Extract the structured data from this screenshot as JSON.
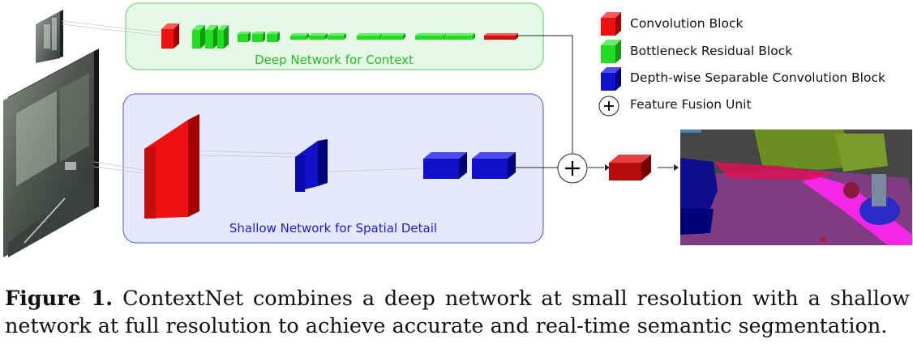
{
  "deep_branch": {
    "label": "Deep Network for Context",
    "color": "#22bb22"
  },
  "shallow_branch": {
    "label": "Shallow Network for Spatial Detail",
    "color": "#1a1ad8"
  },
  "legend": [
    {
      "label": "Convolution Block",
      "icon": "red-cube-icon",
      "color": "#ee1111"
    },
    {
      "label": "Bottleneck Residual Block",
      "icon": "green-cube-icon",
      "color": "#22dd22"
    },
    {
      "label": "Depth-wise Separable Convolution Block",
      "icon": "blue-cube-icon",
      "color": "#1111cc"
    },
    {
      "label": "Feature Fusion Unit",
      "icon": "circled-plus-icon",
      "color": "#000000"
    }
  ],
  "caption": {
    "prefix": "Figure 1.",
    "text": "ContextNet combines a deep network at small resolution with a shallow network at full resolution to achieve accurate and real-time semantic segmentation."
  }
}
